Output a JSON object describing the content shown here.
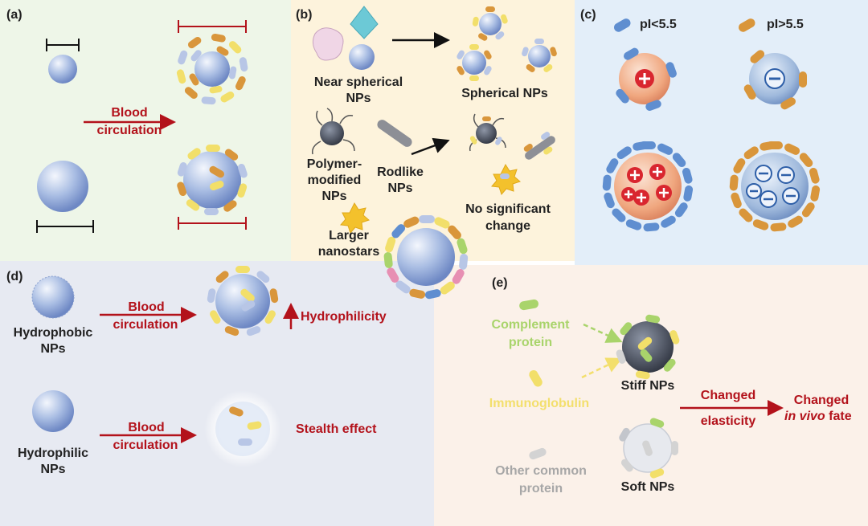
{
  "panels": {
    "a": {
      "label": "(a)",
      "arrow_label_1": "Blood",
      "arrow_label_2": "circulation"
    },
    "b": {
      "label": "(b)",
      "near_spherical_1": "Near spherical",
      "near_spherical_2": "NPs",
      "spherical": "Spherical NPs",
      "polymer_1": "Polymer-",
      "polymer_2": "modified",
      "polymer_3": "NPs",
      "rodlike_1": "Rodlike",
      "rodlike_2": "NPs",
      "no_change_1": "No significant",
      "no_change_2": "change",
      "nanostars_1": "Larger",
      "nanostars_2": "nanostars"
    },
    "c": {
      "label": "(c)",
      "pi_low": "pI<5.5",
      "pi_high": "pI>5.5"
    },
    "d": {
      "label": "(d)",
      "hydrophobic_1": "Hydrophobic",
      "hydrophobic_2": "NPs",
      "blood_1": "Blood",
      "circ_1": "circulation",
      "hydrophilicity": "Hydrophilicity",
      "hydrophilic_1": "Hydrophilic",
      "hydrophilic_2": "NPs",
      "blood_2": "Blood",
      "circ_2": "circulation",
      "stealth": "Stealth effect"
    },
    "e": {
      "label": "(e)",
      "complement_1": "Complement",
      "complement_2": "protein",
      "immunoglobulin": "Immunoglobulin",
      "other_1": "Other common",
      "other_2": "protein",
      "stiff": "Stiff NPs",
      "soft": "Soft NPs",
      "changed_1": "Changed",
      "elasticity": "elasticity",
      "changed_2": "Changed",
      "in_vivo": "in vivo",
      "fate": " fate"
    }
  },
  "colors": {
    "panel_a_bg": "#eef6e8",
    "panel_b_bg": "#fdf3dc",
    "panel_c_bg": "#e3eef9",
    "panel_d_bg": "#e7eaf2",
    "panel_e_bg": "#fbf1e9",
    "accent_red": "#b3121b",
    "protein_blue": "#5f8ed0",
    "protein_orange": "#d9963b",
    "protein_yellow": "#f2df6a",
    "protein_green": "#a9d46b"
  }
}
